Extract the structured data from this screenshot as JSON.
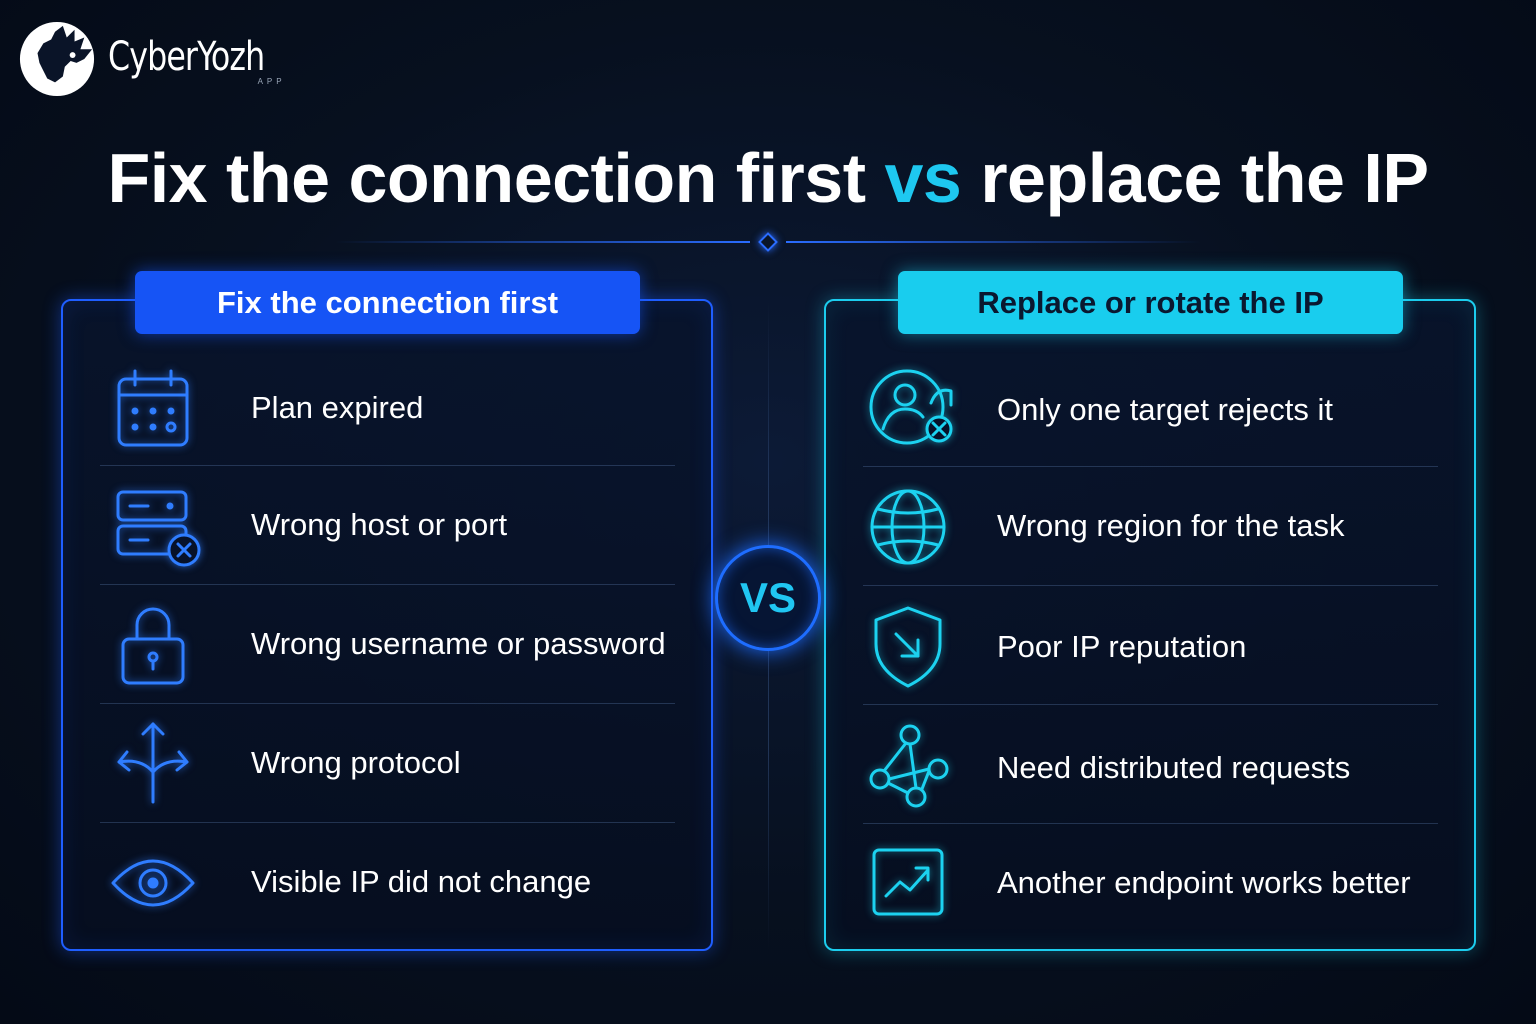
{
  "brand": {
    "name": "CyberYozh",
    "sub": "APP"
  },
  "title": {
    "before": "Fix the connection first",
    "vs": "vs",
    "after": "replace the IP"
  },
  "left_panel": {
    "heading": "Fix the connection first",
    "items": [
      {
        "icon": "calendar-icon",
        "label": "Plan expired"
      },
      {
        "icon": "server-error-icon",
        "label": "Wrong host or port"
      },
      {
        "icon": "lock-icon",
        "label": "Wrong username or password"
      },
      {
        "icon": "split-arrows-icon",
        "label": "Wrong protocol"
      },
      {
        "icon": "eye-icon",
        "label": "Visible IP did not change"
      }
    ]
  },
  "vs_label": "VS",
  "right_panel": {
    "heading": "Replace or rotate the IP",
    "items": [
      {
        "icon": "user-blocked-icon",
        "label": "Only one target rejects it"
      },
      {
        "icon": "globe-icon",
        "label": "Wrong region for the task"
      },
      {
        "icon": "shield-down-icon",
        "label": "Poor IP reputation"
      },
      {
        "icon": "network-nodes-icon",
        "label": "Need distributed requests"
      },
      {
        "icon": "trend-up-icon",
        "label": "Another endpoint works better"
      }
    ]
  },
  "colors": {
    "left_accent": "#1654f5",
    "right_accent": "#19cdee",
    "vs_text": "#1ec8f0",
    "background": "#07101f"
  }
}
